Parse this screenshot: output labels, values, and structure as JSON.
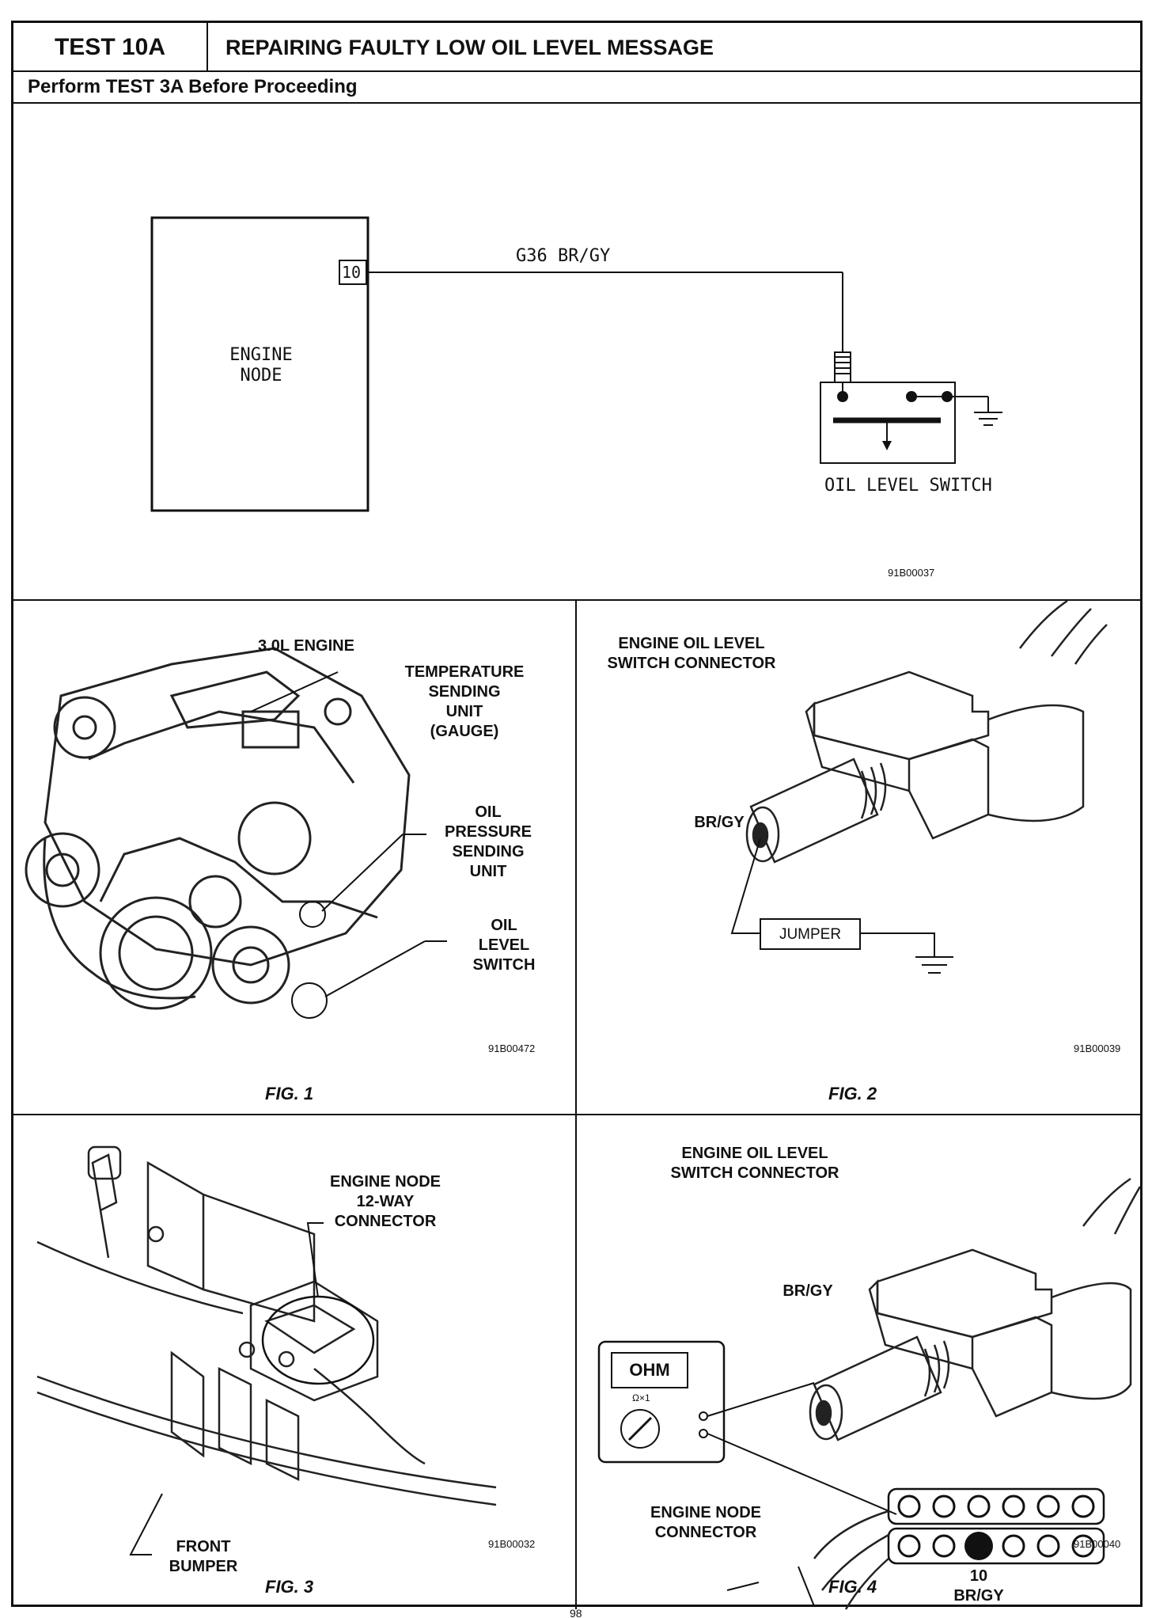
{
  "header": {
    "test_id": "TEST 10A",
    "title": "REPAIRING FAULTY LOW OIL LEVEL MESSAGE",
    "prerequisite": "Perform TEST 3A Before Proceeding"
  },
  "schematic": {
    "node_label": "ENGINE\nNODE",
    "pin": "10",
    "wire": "G36 BR/GY",
    "switch_label": "OIL LEVEL SWITCH",
    "code": "91B00037"
  },
  "fig1": {
    "title": "3.0L ENGINE",
    "temp_unit": "TEMPERATURE\nSENDING\nUNIT\n(GAUGE)",
    "oil_pressure": "OIL\nPRESSURE\nSENDING\nUNIT",
    "oil_level": "OIL\nLEVEL\nSWITCH",
    "code": "91B00472",
    "caption": "FIG. 1"
  },
  "fig2": {
    "title": "ENGINE OIL LEVEL\nSWITCH CONNECTOR",
    "wire": "BR/GY",
    "jumper": "JUMPER",
    "code": "91B00039",
    "caption": "FIG. 2"
  },
  "fig3": {
    "connector": "ENGINE NODE\n12-WAY\nCONNECTOR",
    "bumper": "FRONT\nBUMPER",
    "code": "91B00032",
    "caption": "FIG. 3"
  },
  "fig4": {
    "title": "ENGINE OIL LEVEL\nSWITCH CONNECTOR",
    "wire": "BR/GY",
    "meter_display": "OHM",
    "meter_range": "Ω×1",
    "node_connector": "ENGINE NODE\nCONNECTOR",
    "pin_label": "10\nBR/GY",
    "code": "91B00040",
    "caption": "FIG. 4"
  },
  "footer": {
    "page_number": "98"
  }
}
